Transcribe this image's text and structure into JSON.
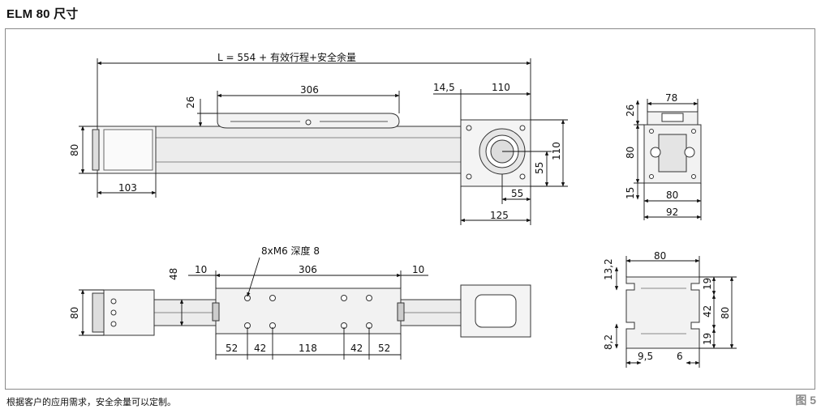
{
  "title": "ELM 80 尺寸",
  "figure_label": "图 5",
  "footnote": "根据客户的应用需求，安全余量可以定制。",
  "side_view": {
    "length_formula": "L = 554 + 有效行程+安全余量",
    "carriage_length": "306",
    "carriage_height": "26",
    "offset": "14,5",
    "motor_block_width": "110",
    "height": "80",
    "end_block": "103",
    "motor_block_height": "110",
    "center_vertical": "55",
    "center_horizontal": "55",
    "motor_block_total": "125"
  },
  "end_view_top": {
    "top_width": "78",
    "top_height": "26",
    "height": "80",
    "base_height": "15",
    "base_width": "80",
    "total_width": "92"
  },
  "top_view": {
    "thread_note": "8xM6 深度 8",
    "carriage_length": "306",
    "left_gap": "10",
    "right_gap": "10",
    "offset_height": "48",
    "height": "80",
    "hole_spacing": [
      "52",
      "42",
      "118",
      "42",
      "52"
    ]
  },
  "profile_view": {
    "width": "80",
    "top_offset": "13,2",
    "slot_top": "19",
    "center": "42",
    "slot_bottom": "19",
    "height": "80",
    "bottom_offset": "8,2",
    "slot_width": "9,5",
    "slot_depth": "6"
  }
}
